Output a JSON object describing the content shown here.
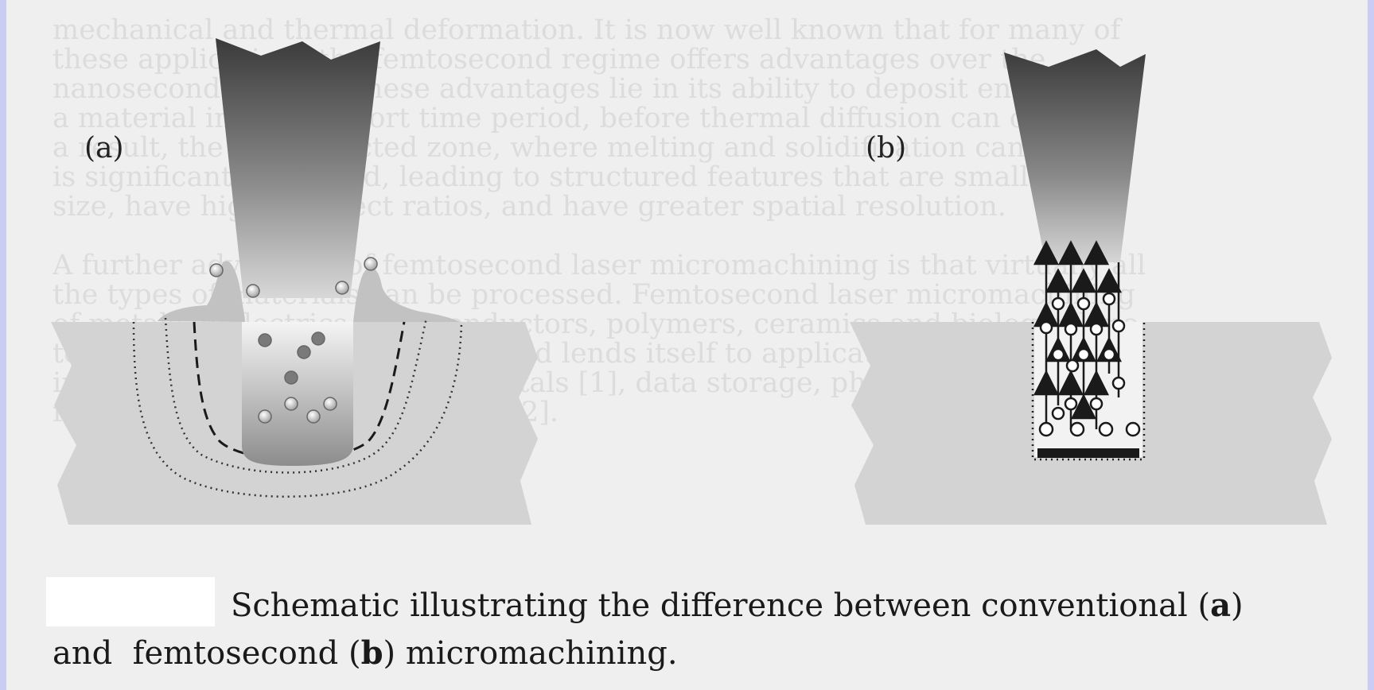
{
  "background_text_lines": [
    "mechanical and thermal deformation. It is now well known that for many of",
    "these applications the femtosecond regime offers advantages over the",
    "nanosecond regime. These advantages lie in its ability to deposit energy into",
    "a material in a very short time period, before thermal diffusion can occur. As",
    "a result, the heat-affected zone, where melting and solidification can occur,",
    "is significantly reduced, leading to structured features that are smaller in",
    "size, have higher aspect ratios, and have greater spatial resolution.",
    "",
    "A further advantage of femtosecond laser micromachining is that virtually all",
    "the types of materials can be processed. Femtosecond laser micromachining",
    "of metals, dielectrics, semiconductors, polymers, ceramics and biological ma-",
    "terials has been demonstrated, and lends itself to applications including the",
    "inscription of waveguides in crystals [1], data storage, photonic crystal",
    "fabrication and medical devices [2]."
  ],
  "figure": {
    "panel_a_label": "(a)",
    "panel_b_label": "(b)"
  },
  "caption": {
    "part1": "Schematic illustrating the difference between conventional (",
    "bold_a": "a",
    "part2": ")",
    "part3": "and  femtosecond (",
    "bold_b": "b",
    "part4": ") micromachining."
  },
  "colors": {
    "page": "#efefef",
    "border": "#c9cdf3",
    "material": "#d4d4d4",
    "ink": "#1a1a1a"
  }
}
